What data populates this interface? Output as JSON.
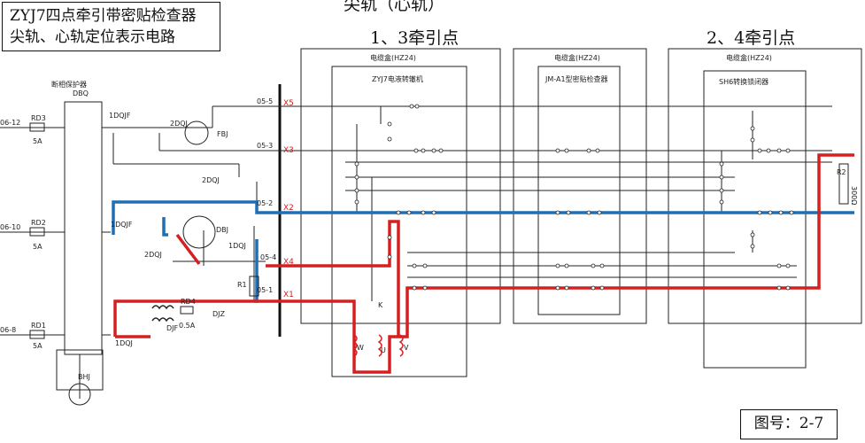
{
  "title": {
    "line1": "ZYJ7四点牵引带密贴检查器",
    "line2": "尖轨、心轨定位表示电路"
  },
  "header": {
    "center_label": "尖轨（心轨）",
    "section_left": "1、3牵引点",
    "section_right": "2、4牵引点"
  },
  "figure_number": "图号：2-7",
  "boxes": {
    "breaker": "断相保护器",
    "breaker_code": "DBQ",
    "cable_box_1": "电缆盒(HZ24)",
    "cable_box_2": "电缆盒(HZ24)",
    "cable_box_3": "电缆盒(HZ24)",
    "machine": "ZYJ7电液转辙机",
    "checker": "JM-A1型密贴检查器",
    "lock": "SH6转换锁闭器",
    "bhj": "BHJ"
  },
  "left_terminals": {
    "t1": "06-12",
    "t2": "06-10",
    "t3": "06-8",
    "rd3": "RD3",
    "rd2": "RD2",
    "rd1": "RD1",
    "amp": "5A"
  },
  "components": {
    "fbj": "FBJ",
    "dbj": "DBJ",
    "djz": "DJZ",
    "djf": "DJF",
    "r1": "R1",
    "rd4": "RD4",
    "rd4_amp": "0.5A",
    "q1": "1DQJF",
    "q2": "2DQJ",
    "q3": "1DQJ",
    "q4": "2DQJ",
    "r2": "R2",
    "r2_val": "300Ω",
    "motor_w": "W",
    "motor_u": "U",
    "motor_v": "V",
    "k": "K"
  },
  "wires": {
    "x5": "X5",
    "x3": "X3",
    "x2": "X2",
    "x4": "X4",
    "x1": "X1",
    "w5": "05-5",
    "w3": "05-3",
    "w2": "05-2",
    "w4": "05-4",
    "w1": "05-1"
  },
  "colors": {
    "blue_path": "#1f6fb2",
    "red_path": "#d42020",
    "line": "#222222",
    "label_red": "#cc2222"
  }
}
